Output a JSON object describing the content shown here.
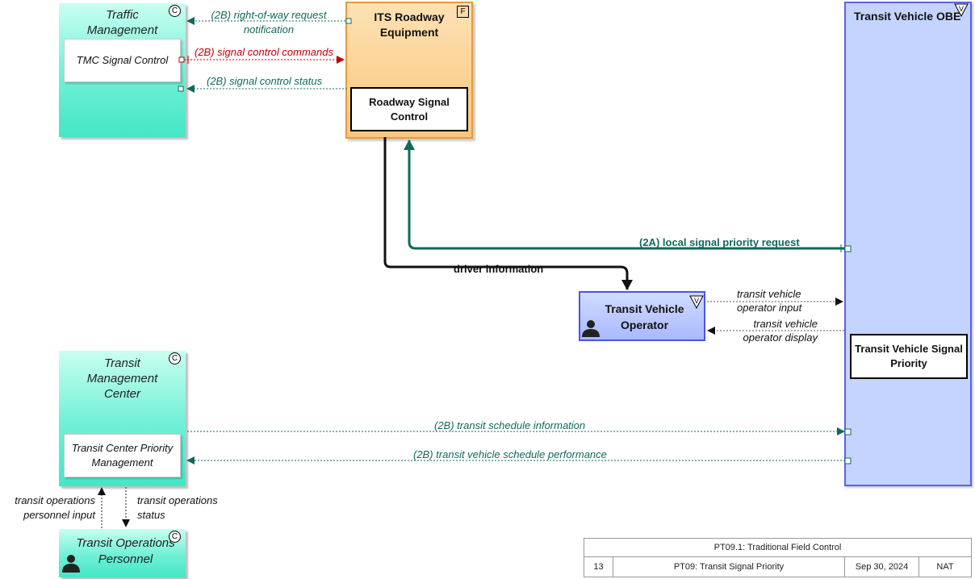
{
  "tmc": {
    "title": "Traffic Management Center",
    "badge": "C",
    "inner": "TMC Signal Control"
  },
  "its": {
    "title": "ITS Roadway Equipment",
    "badge": "F",
    "inner": "Roadway Signal Control"
  },
  "obe": {
    "title": "Transit Vehicle OBE",
    "badge": "V",
    "inner": "Transit Vehicle Signal Priority"
  },
  "operator": {
    "title": "Transit Vehicle Operator",
    "badge": "V"
  },
  "transit_mc": {
    "title": "Transit Management Center",
    "badge": "C",
    "inner": "Transit Center Priority Management"
  },
  "transit_ops": {
    "title": "Transit Operations Personnel",
    "badge": "C"
  },
  "flows": {
    "row_notification": "(2B) right-of-way request notification",
    "signal_commands": "(2B) signal control commands",
    "signal_status": "(2B) signal control status",
    "local_priority": "(2A) local signal priority request",
    "driver_info": "driver information",
    "op_input": "transit vehicle operator input",
    "op_display": "transit vehicle operator display",
    "schedule_info": "(2B) transit schedule information",
    "schedule_perf": "(2B) transit vehicle schedule performance",
    "ops_input": "transit operations personnel input",
    "ops_status": "transit operations status"
  },
  "footer": {
    "title": "PT09.1: Traditional Field Control",
    "number": "13",
    "service": "PT09: Transit Signal Priority",
    "date": "Sep 30, 2024",
    "scope": "NAT"
  },
  "colors": {
    "teal": "#11695a",
    "red": "#c00000",
    "orange": "#fbc779",
    "blue": "#c4d4ff"
  }
}
